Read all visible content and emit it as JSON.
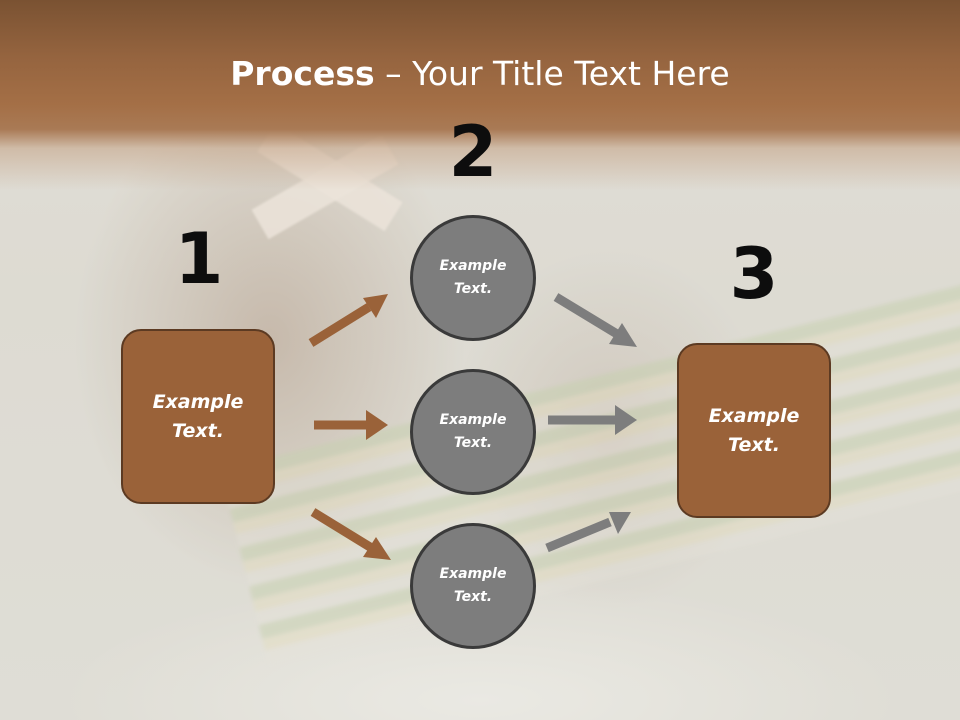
{
  "title": {
    "bold": "Process",
    "rest": " – Your Title Text Here"
  },
  "steps": {
    "num1": "1",
    "num2": "2",
    "num3": "3"
  },
  "boxes": {
    "left": "Example\nText.",
    "right": "Example\nText."
  },
  "circles": [
    {
      "text": "Example\nText."
    },
    {
      "text": "Example\nText."
    },
    {
      "text": "Example\nText."
    }
  ],
  "colors": {
    "header": "#a46f46",
    "box_fill": "#9a6239",
    "circle_fill": "#7d7d7d",
    "arrow_brown": "#9a6239",
    "arrow_gray": "#7d7d7d"
  },
  "icons": {
    "arrows_in": [
      "arrow-right-up",
      "arrow-right",
      "arrow-right-down"
    ],
    "arrows_out": [
      "arrow-right-down",
      "arrow-right",
      "arrow-right-up"
    ]
  }
}
